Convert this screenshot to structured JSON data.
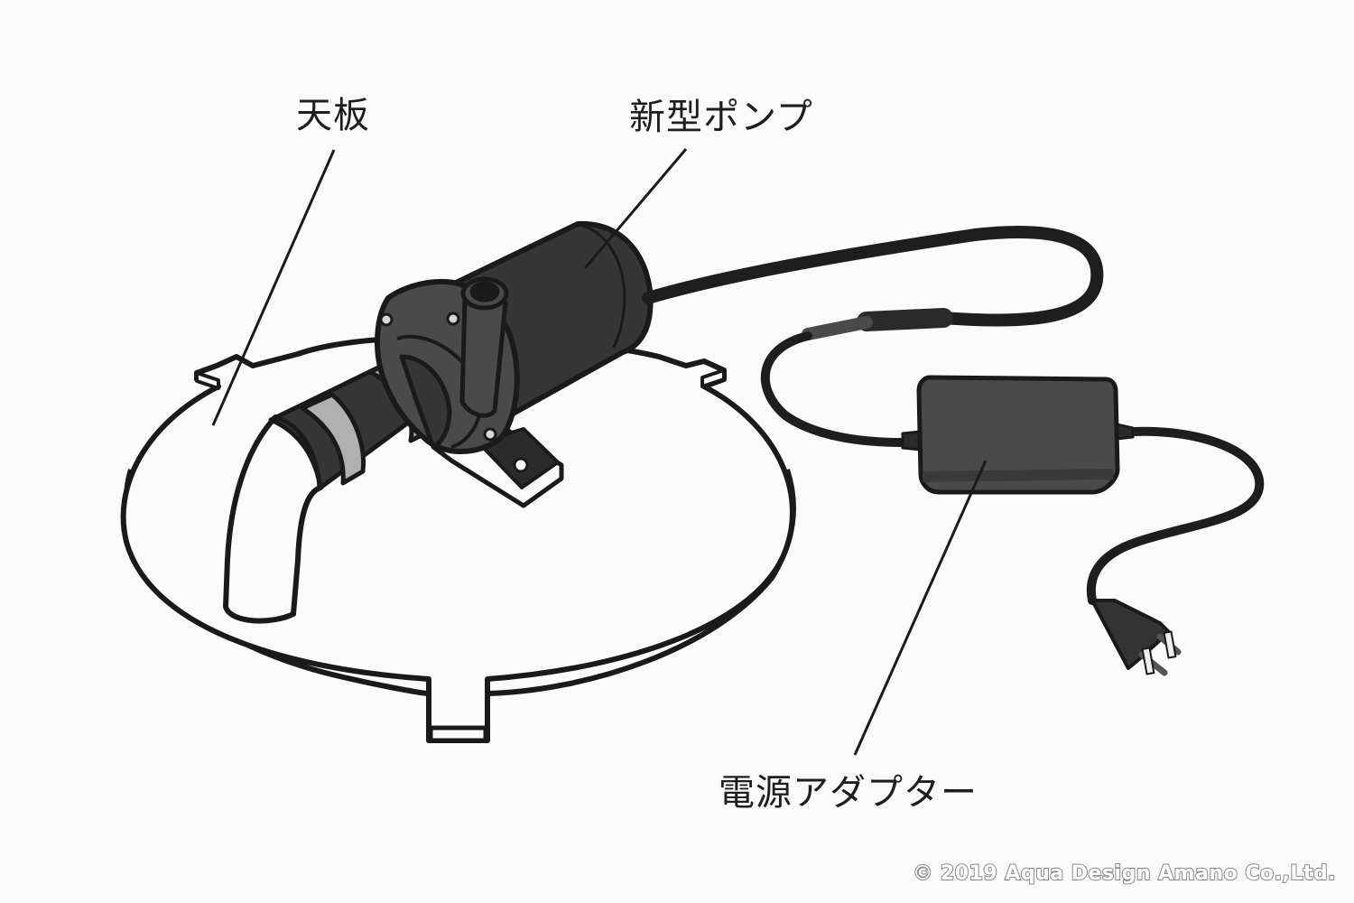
{
  "diagram": {
    "labels": {
      "top_plate": "天板",
      "pump": "新型ポンプ",
      "power_adapter": "電源アダプター"
    },
    "copyright": "© 2019 Aqua Design Amano Co.,Ltd.",
    "colors": {
      "background": "#fbfbfb",
      "outline": "#1a1a1a",
      "pump_body": "#363636",
      "pump_head": "#4a4a4a",
      "hose_band": "#b0b0b0",
      "adapter_body": "#4a4a4a",
      "cable": "#1e1e1e",
      "plate_fill": "#fbfbfb",
      "copyright_stroke": "#8a8a8a"
    },
    "parts": [
      {
        "id": "top_plate",
        "label": "天板"
      },
      {
        "id": "pump",
        "label": "新型ポンプ"
      },
      {
        "id": "power_adapter",
        "label": "電源アダプター"
      },
      {
        "id": "power_plug",
        "label": ""
      },
      {
        "id": "outlet_pipe",
        "label": ""
      }
    ]
  }
}
